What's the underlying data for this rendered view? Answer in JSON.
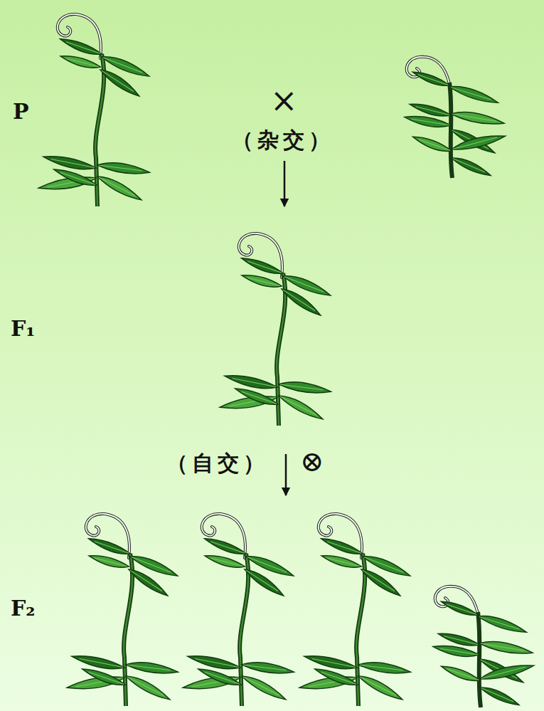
{
  "diagram": {
    "labels": [
      "P",
      "×",
      "（杂交）",
      "F₁",
      "（自交）",
      "⊗",
      "F₂"
    ]
  }
}
